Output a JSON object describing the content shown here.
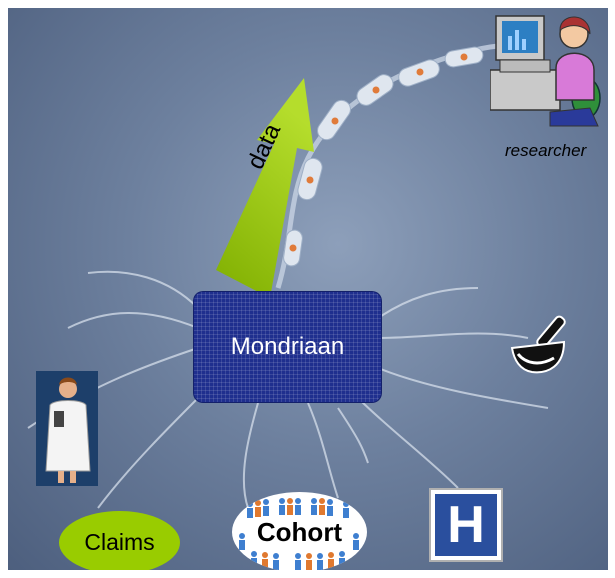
{
  "diagram": {
    "center_node": {
      "label": "Mondriaan"
    },
    "arrow": {
      "label": "data"
    },
    "endpoint": {
      "label": "researcher",
      "icon": "researcher-computer-icon"
    },
    "sources": {
      "claims": {
        "label": "Claims",
        "color": "#99cc00"
      },
      "cohort": {
        "label": "Cohort",
        "icon": "people-icon"
      },
      "hospital": {
        "label": "H",
        "icon": "hospital-icon",
        "color": "#2a4f9e"
      },
      "doctor": {
        "icon": "doctor-icon"
      },
      "pharmacy": {
        "icon": "mortar-pestle-icon"
      }
    },
    "colors": {
      "background": "#6d809e",
      "center_node": "#1f2f8e",
      "arrow": "#99cc00"
    }
  }
}
